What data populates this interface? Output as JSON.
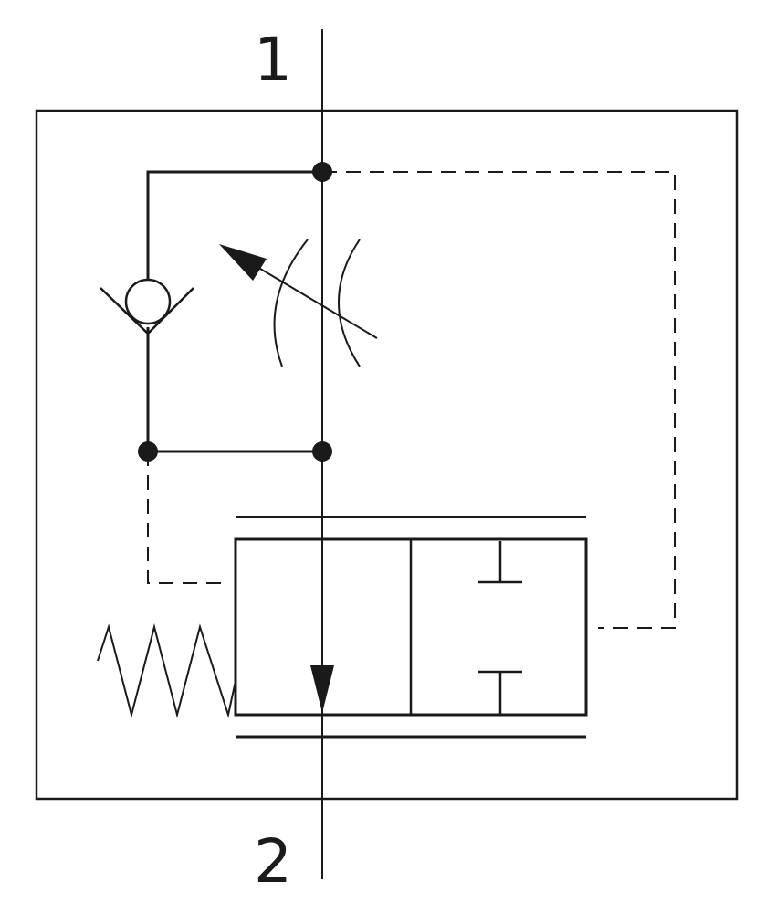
{
  "ports": {
    "top": "1",
    "bottom": "2"
  },
  "colors": {
    "line": "#1a1a1a",
    "background": "#ffffff"
  },
  "components": [
    "check-valve",
    "adjustable-throttle",
    "two-position-valve",
    "spring"
  ]
}
